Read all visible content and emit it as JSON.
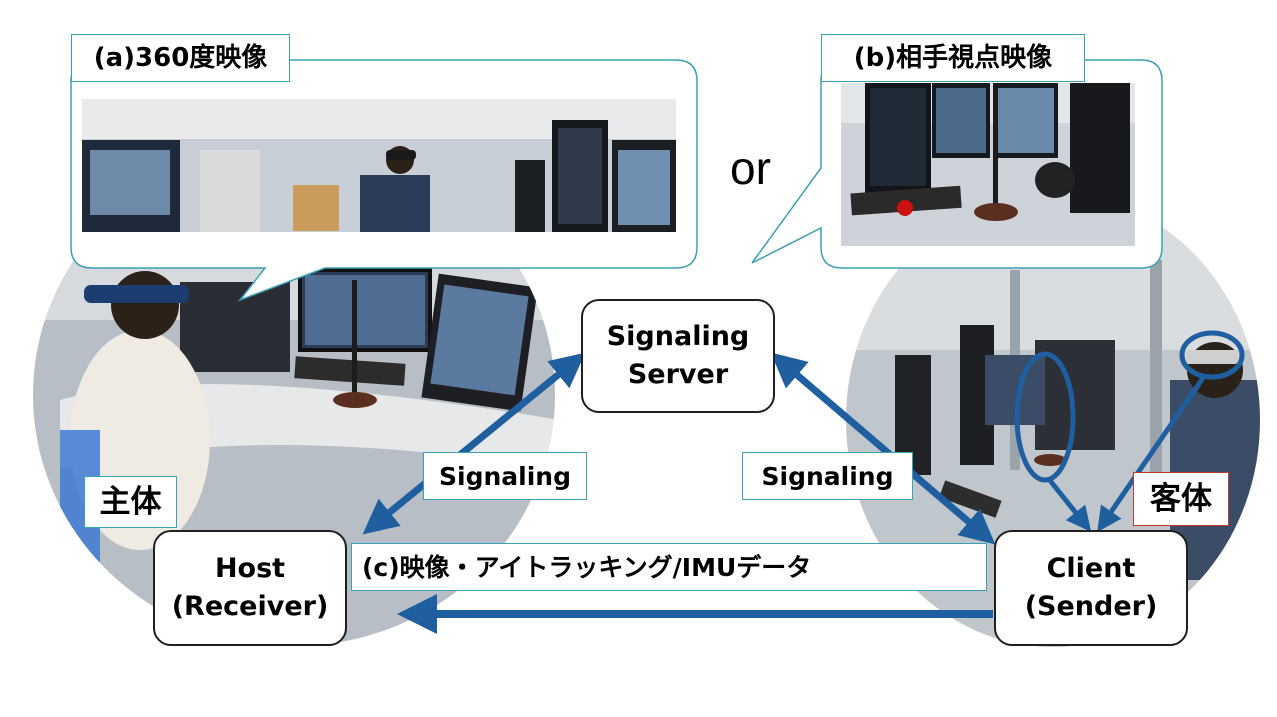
{
  "labels": {
    "panel_a_title": "(a)360度映像",
    "panel_b_title": "(b)相手視点映像",
    "or": "or",
    "subject": "主体",
    "object": "客体",
    "signaling_left": "Signaling",
    "signaling_right": "Signaling",
    "data_stream": "(c)映像・アイトラッキング/IMUデータ"
  },
  "nodes": {
    "server": [
      "Signaling",
      "Server"
    ],
    "host": [
      "Host",
      "(Receiver)"
    ],
    "client": [
      "Client",
      "(Sender)"
    ]
  },
  "colors": {
    "arrow": "#1f5fa0",
    "label_border": "#3aa0b4",
    "object_border": "#c0392b",
    "photo_bg": "#c7ced6",
    "red_dot": "#cc1111"
  }
}
